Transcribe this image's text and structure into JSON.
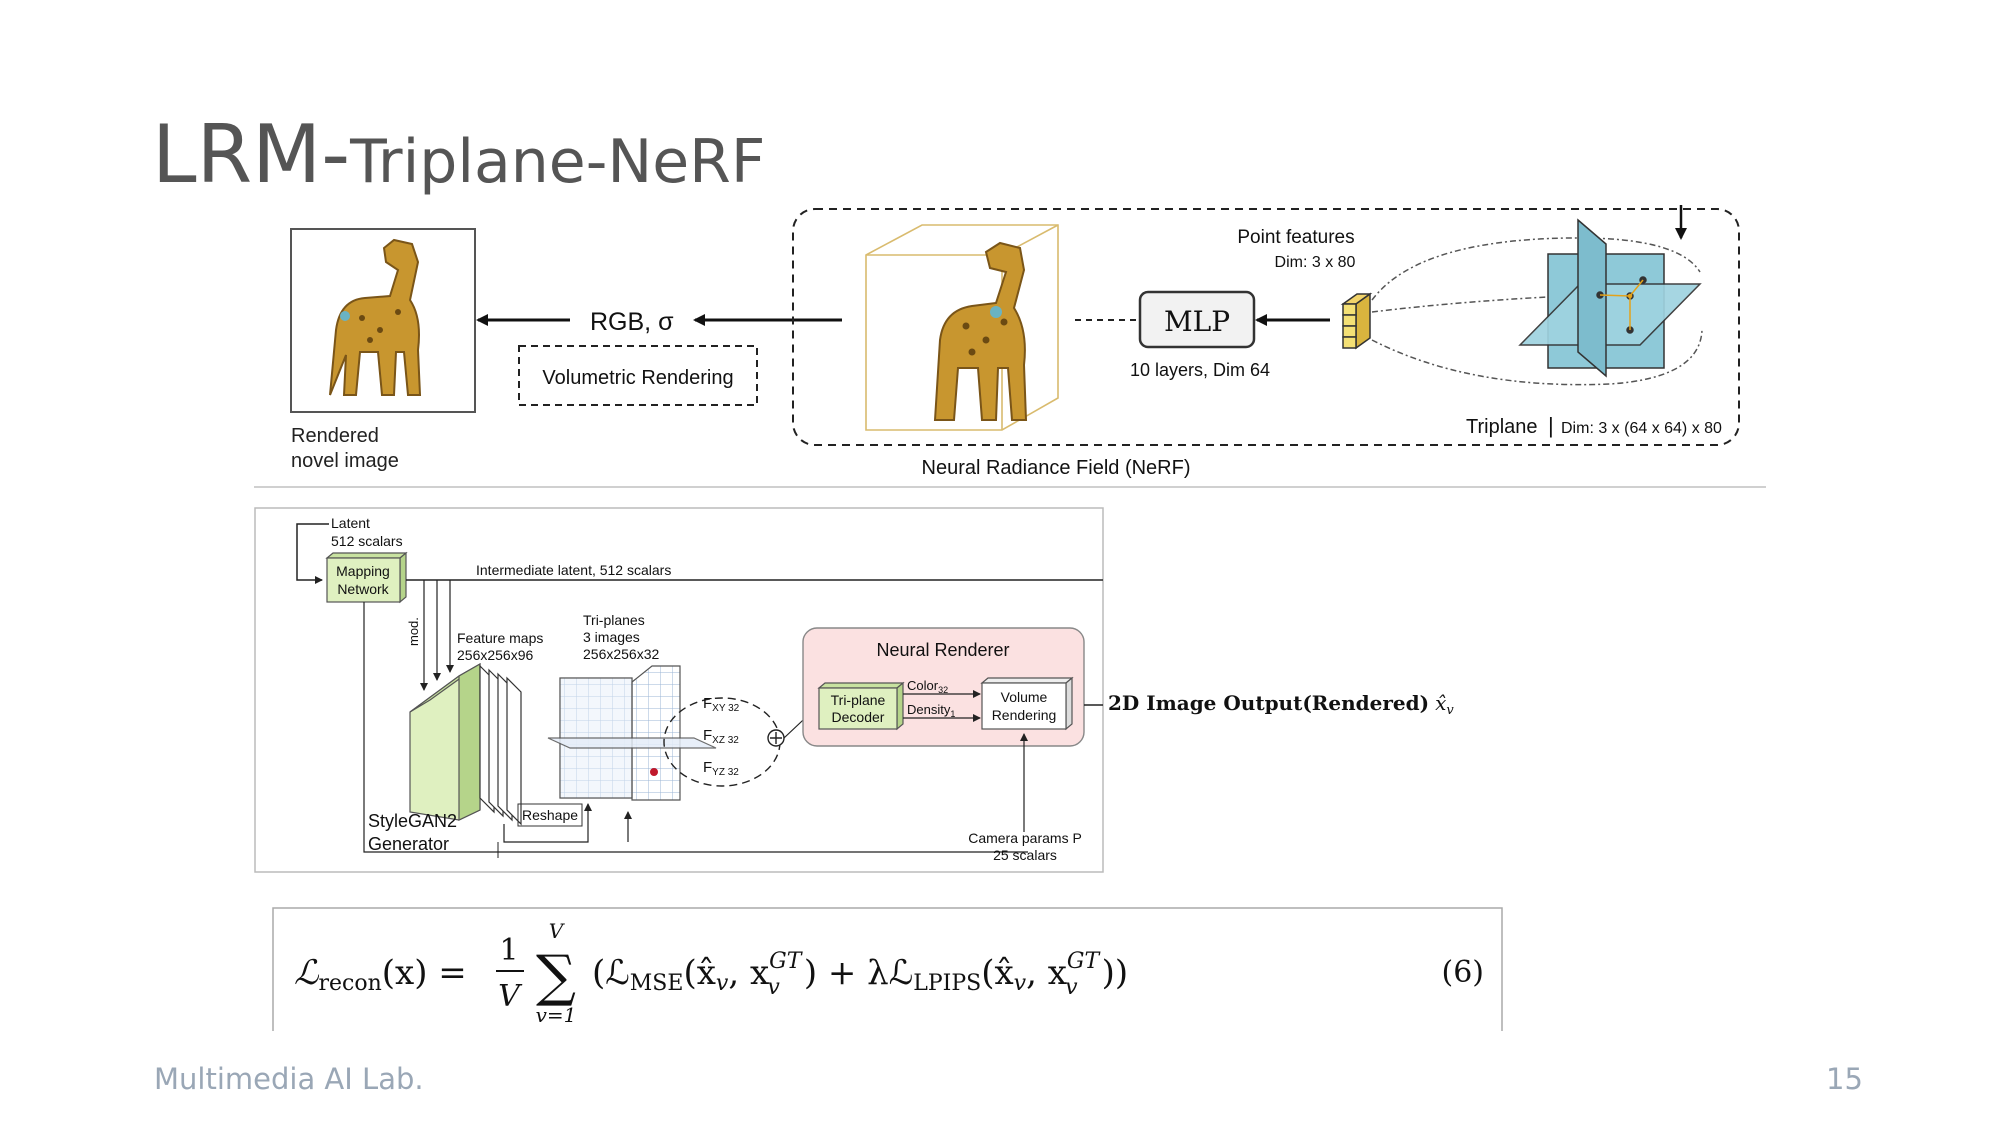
{
  "slide": {
    "title_main": "LRM",
    "title_sep": "-",
    "title_sub": "Triplane-NeRF",
    "footer_lab": "Multimedia AI Lab.",
    "page_number": "15"
  },
  "top_diagram": {
    "rendered_label_1": "Rendered",
    "rendered_label_2": "novel image",
    "rgb_sigma": "RGB, σ",
    "volumetric_rendering": "Volumetric Rendering",
    "mlp": "MLP",
    "mlp_spec": "10 layers, Dim 64",
    "point_features": "Point features",
    "point_dim": "Dim: 3 x 80",
    "triplane": "Triplane",
    "triplane_sep": "|",
    "triplane_dim": "Dim: 3 x (64 x 64) x 80",
    "nerf_label": "Neural Radiance Field (NeRF)"
  },
  "bottom_diagram": {
    "latent_1": "Latent",
    "latent_2": "512 scalars",
    "mapping_1": "Mapping",
    "mapping_2": "Network",
    "intermediate": "Intermediate latent, 512 scalars",
    "mod": "mod.",
    "feature_maps_1": "Feature maps",
    "feature_maps_2": "256x256x96",
    "triplanes_1": "Tri-planes",
    "triplanes_2": "3 images",
    "triplanes_3": "256x256x32",
    "stylegan_1": "StyleGAN2",
    "stylegan_2": "Generator",
    "reshape": "Reshape",
    "fxy": "F",
    "fxy_sub": "XY 32",
    "fxz": "F",
    "fxz_sub": "XZ 32",
    "fyz": "F",
    "fyz_sub": "YZ 32",
    "neural_renderer": "Neural Renderer",
    "decoder_1": "Tri-plane",
    "decoder_2": "Decoder",
    "color": "Color",
    "color_sub": "32",
    "density": "Density",
    "density_sub": "1",
    "volume_1": "Volume",
    "volume_2": "Rendering",
    "camera_1": "Camera params P",
    "camera_2": "25 scalars",
    "output_label": "2D Image Output(Rendered)",
    "output_symbol": "x̂",
    "output_sub": "v"
  },
  "equation": {
    "lhs": "ℒ",
    "lhs_sub": "recon",
    "lhs_arg": "(x) =",
    "frac_num": "1",
    "frac_den": "V",
    "sum_top": "V",
    "sum_symbol": "∑",
    "sum_bottom": "v=1",
    "body_open": "(ℒ",
    "mse_sub": "MSE",
    "mse_arg": "(x̂",
    "v1": "v",
    "comma1": ", x",
    "gt1": "GT",
    "v2": "v",
    "plus_lambda": ") + λℒ",
    "lpips_sub": "LPIPS",
    "lpips_arg": "(x̂",
    "v3": "v",
    "comma2": ", x",
    "gt2": "GT",
    "v4": "v",
    "close": "))",
    "number": "(6)"
  },
  "colors": {
    "triplane_fill": "#8ec9d8",
    "mapping_fill": "#dff0c0",
    "renderer_fill": "#fbe1e1",
    "giraffe_body": "#c8962f",
    "box_gold": "#d9bb6e"
  }
}
